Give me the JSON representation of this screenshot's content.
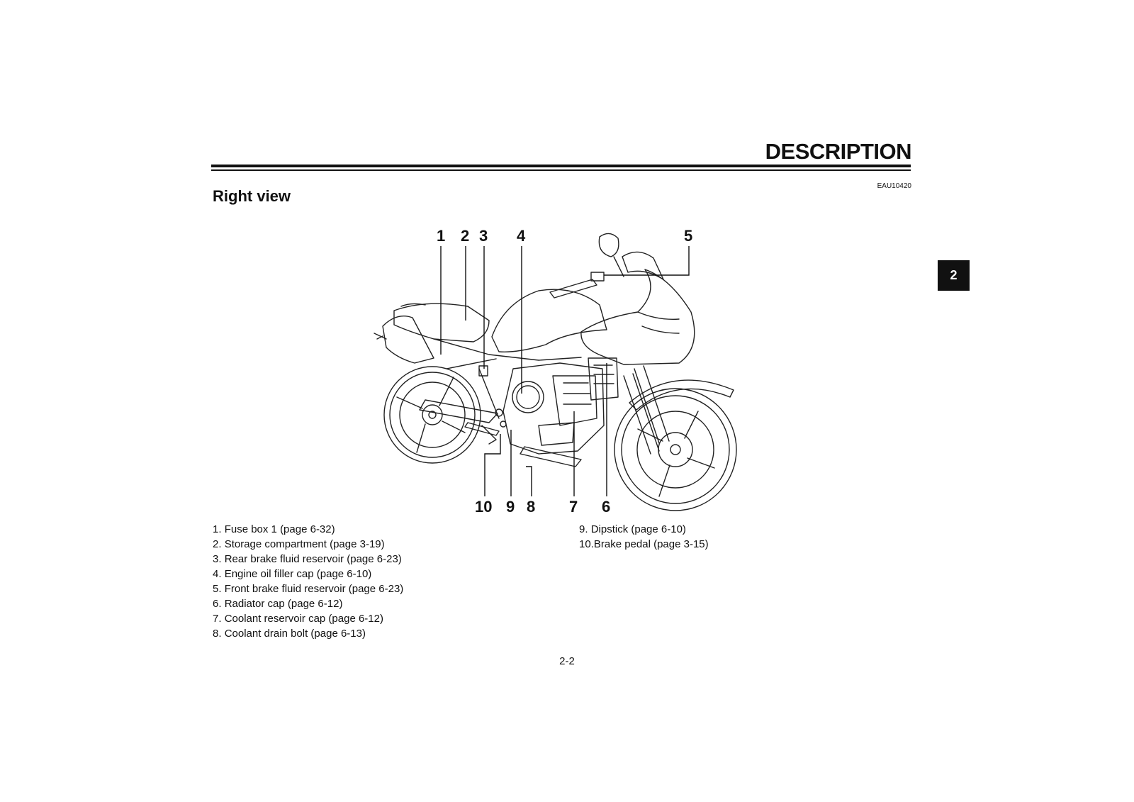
{
  "header": {
    "title": "DESCRIPTION",
    "doc_code": "EAU10420"
  },
  "section": {
    "title": "Right view"
  },
  "chapter_tab": "2",
  "callouts": {
    "c1": "1",
    "c2": "2",
    "c3": "3",
    "c4": "4",
    "c5": "5",
    "c6": "6",
    "c7": "7",
    "c8": "8",
    "c9": "9",
    "c10": "10"
  },
  "legend": [
    {
      "num": "1.",
      "text": "Fuse box 1 (page 6-32)"
    },
    {
      "num": "2.",
      "text": "Storage compartment (page 3-19)"
    },
    {
      "num": "3.",
      "text": "Rear brake fluid reservoir (page 6-23)"
    },
    {
      "num": "4.",
      "text": "Engine oil filler cap (page 6-10)"
    },
    {
      "num": "5.",
      "text": "Front brake fluid reservoir (page 6-23)"
    },
    {
      "num": "6.",
      "text": "Radiator cap (page 6-12)"
    },
    {
      "num": "7.",
      "text": "Coolant reservoir cap (page 6-12)"
    },
    {
      "num": "8.",
      "text": "Coolant drain bolt (page 6-13)"
    },
    {
      "num": "9.",
      "text": "Dipstick (page 6-10)"
    },
    {
      "num": "10.",
      "text": "Brake pedal (page 3-15)"
    }
  ],
  "page_number": "2-2"
}
